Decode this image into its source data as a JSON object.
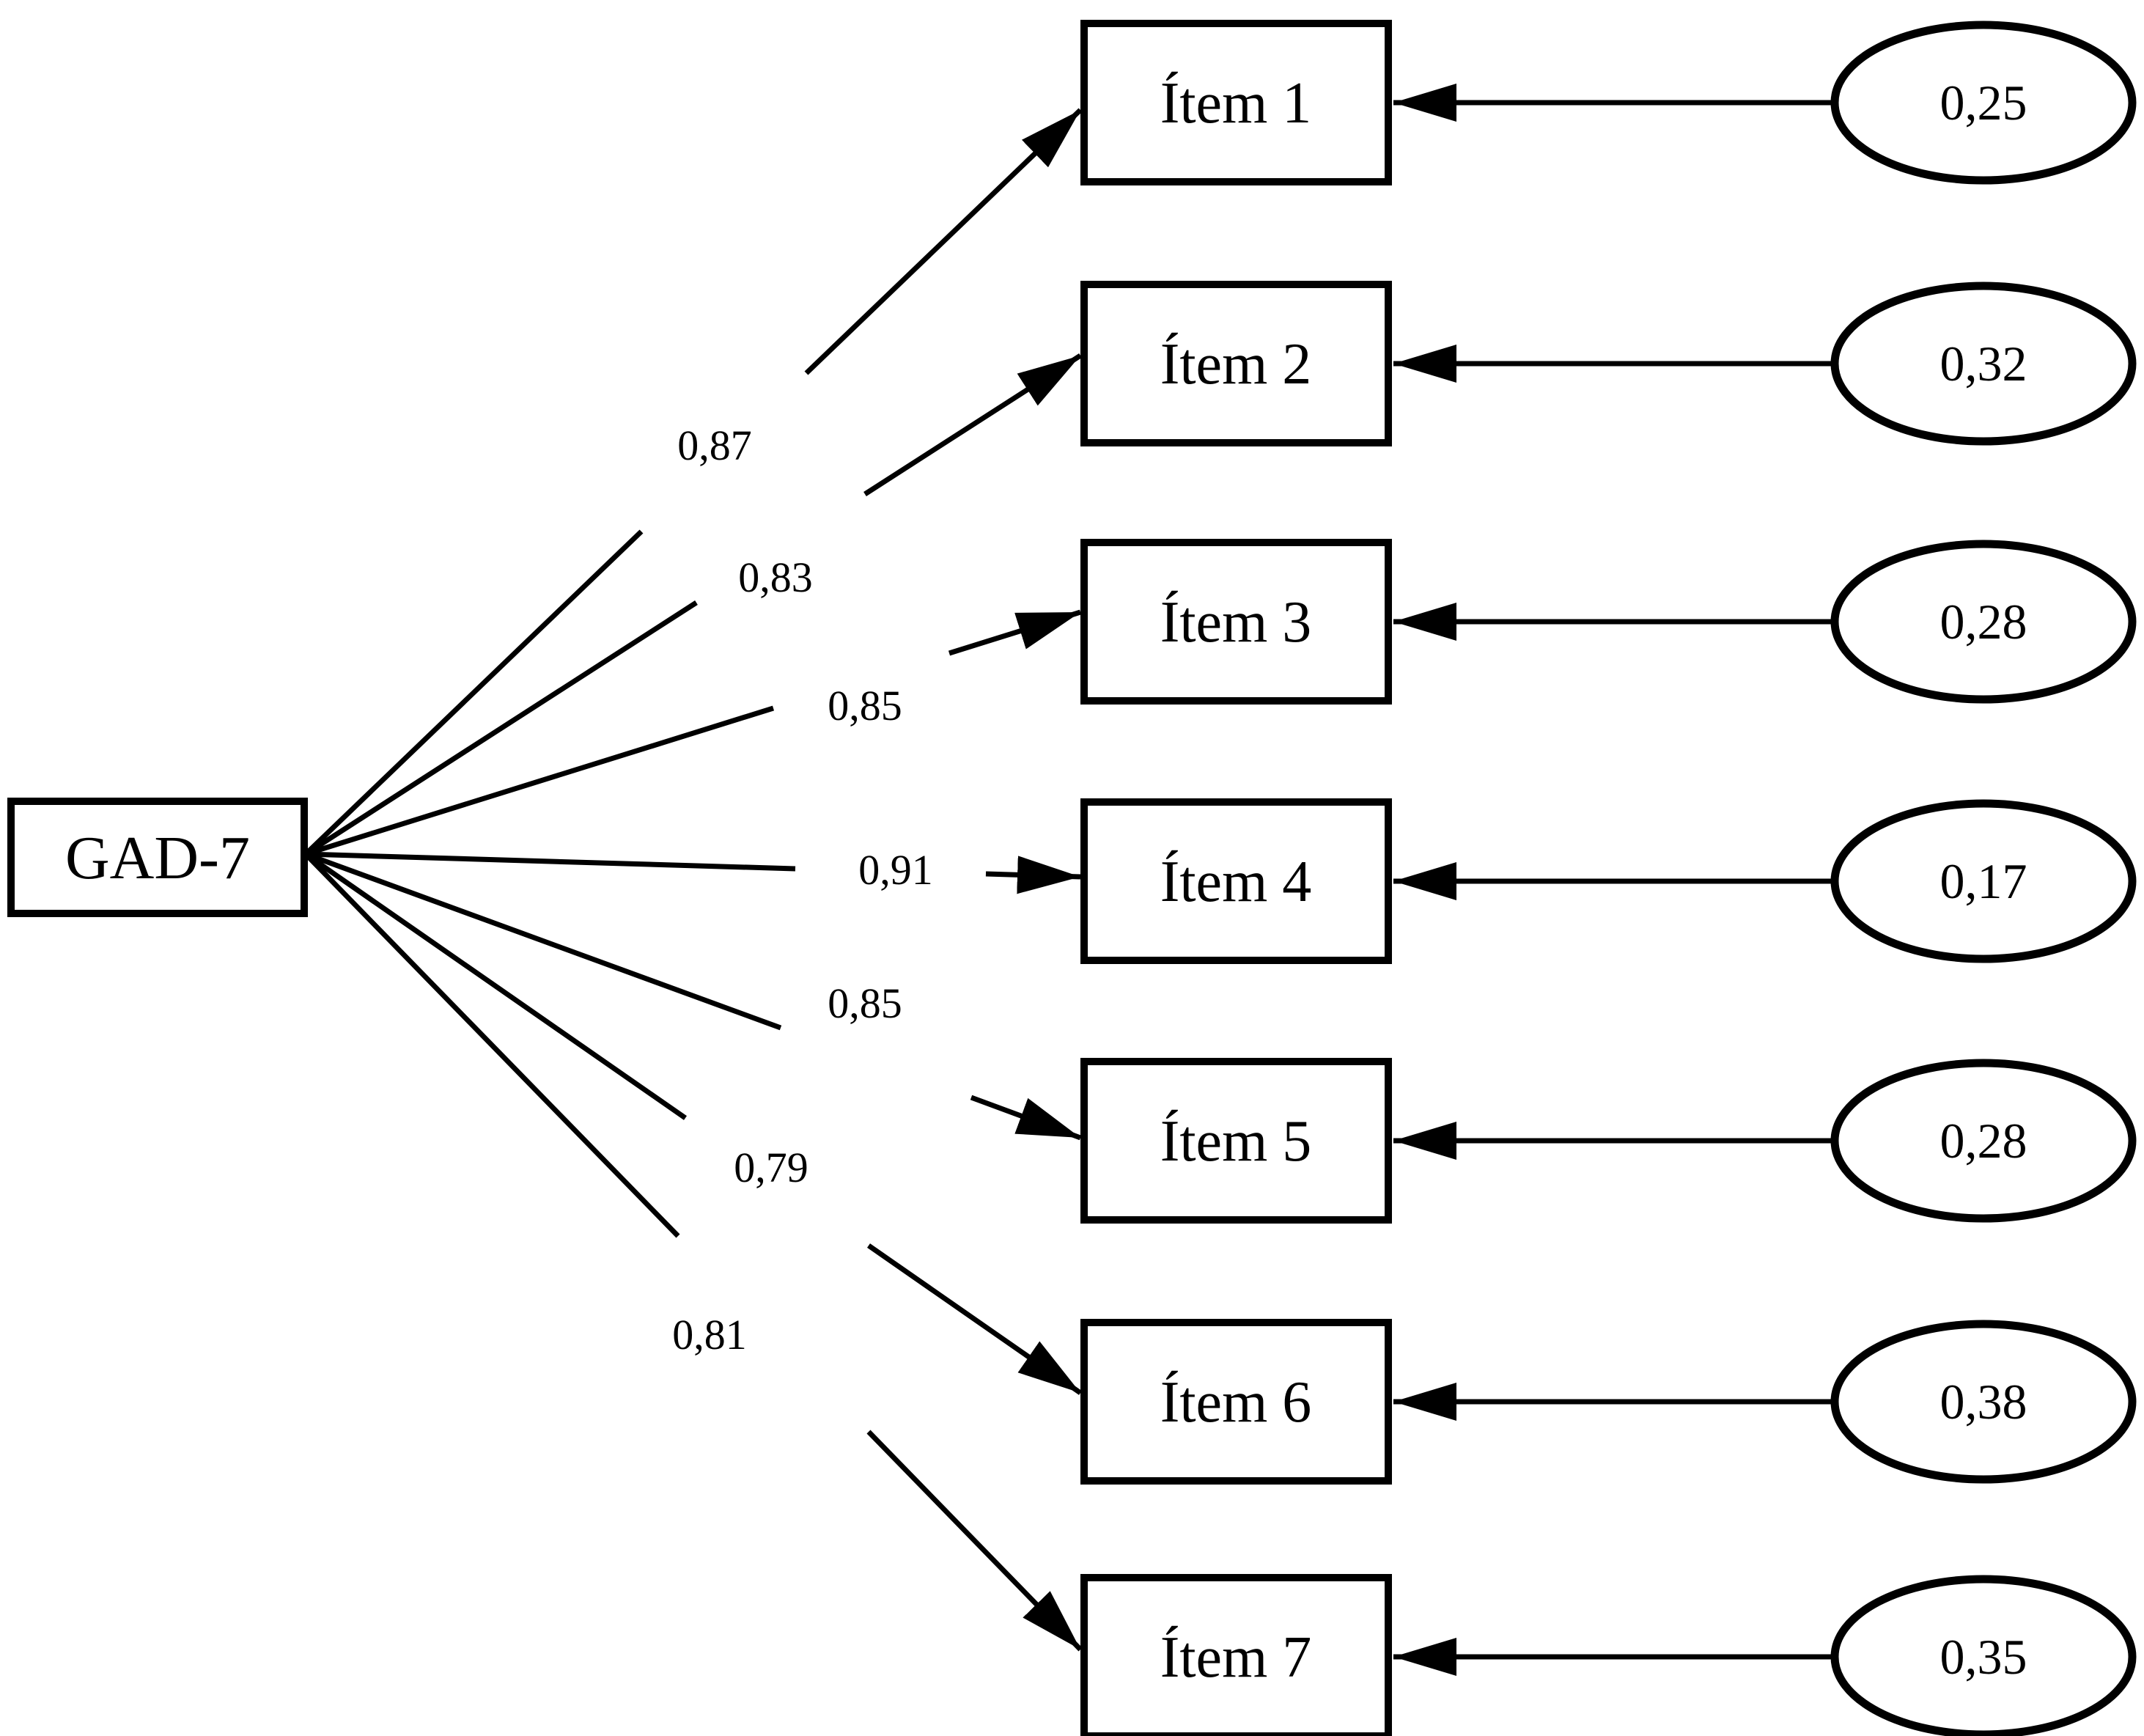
{
  "diagram": {
    "factor_label": "GAD-7",
    "items": [
      {
        "label": "Ítem 1",
        "loading": "0,87",
        "error_variance": "0,25"
      },
      {
        "label": "Ítem 2",
        "loading": "0,83",
        "error_variance": "0,32"
      },
      {
        "label": "Ítem 3",
        "loading": "0,85",
        "error_variance": "0,28"
      },
      {
        "label": "Ítem 4",
        "loading": "0,91",
        "error_variance": "0,17"
      },
      {
        "label": "Ítem 5",
        "loading": "0,85",
        "error_variance": "0,28"
      },
      {
        "label": "Ítem 6",
        "loading": "0,79",
        "error_variance": "0,38"
      },
      {
        "label": "Ítem 7",
        "loading": "0,81",
        "error_variance": "0,35"
      }
    ],
    "colors": {
      "ink": "#000000",
      "paper": "#ffffff"
    }
  }
}
